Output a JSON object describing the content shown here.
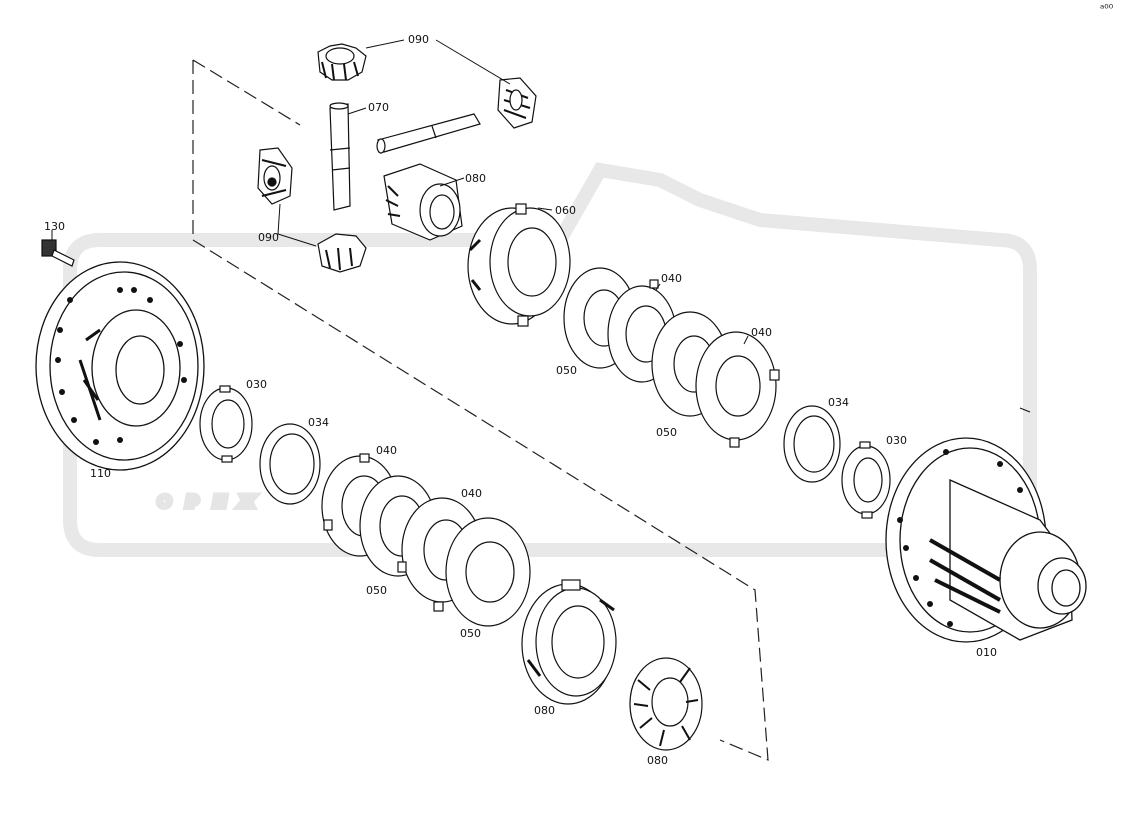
{
  "diagram": {
    "watermark": "OPEX",
    "corner_mark": "ᵃ⁰⁰",
    "part_labels": {
      "l090a": "090",
      "l070": "070",
      "l080a": "080",
      "l060": "060",
      "l090b": "090",
      "l130": "130",
      "l110": "110",
      "l040a": "040",
      "l040b": "040",
      "l050a": "050",
      "l050b": "050",
      "l030a": "030",
      "l034a": "034",
      "l040c": "040",
      "l040d": "040",
      "l050c": "050",
      "l050d": "050",
      "l080b": "080",
      "l080c": "080",
      "l034b": "034",
      "l030b": "030",
      "l010": "010"
    }
  }
}
